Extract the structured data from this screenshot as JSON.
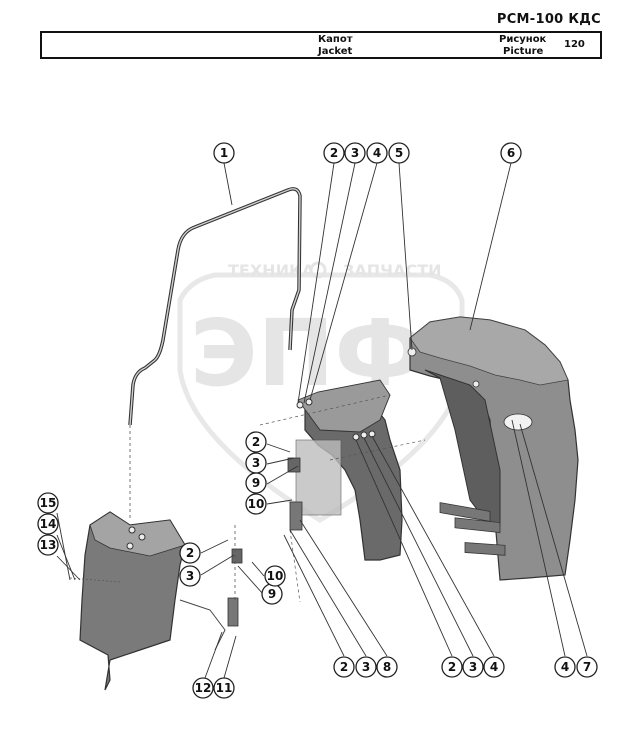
{
  "header": {
    "model": "РСМ-100 КДС",
    "title_ru": "Капот",
    "title_en": "Jacket",
    "picture_label_ru": "Рисунок",
    "picture_label_en": "Picture",
    "picture_number": "120"
  },
  "watermark": {
    "brand_top_left": "ТЕХНИКА",
    "brand_top_right": "ЗАПЧАСТИ",
    "brand_big": "ЭПФ"
  },
  "callouts": [
    "1",
    "2",
    "3",
    "4",
    "5",
    "6",
    "2",
    "3",
    "9",
    "10",
    "15",
    "14",
    "13",
    "2",
    "3",
    "9",
    "10",
    "2",
    "3",
    "8",
    "2",
    "3",
    "4",
    "4",
    "7",
    "12",
    "11"
  ]
}
